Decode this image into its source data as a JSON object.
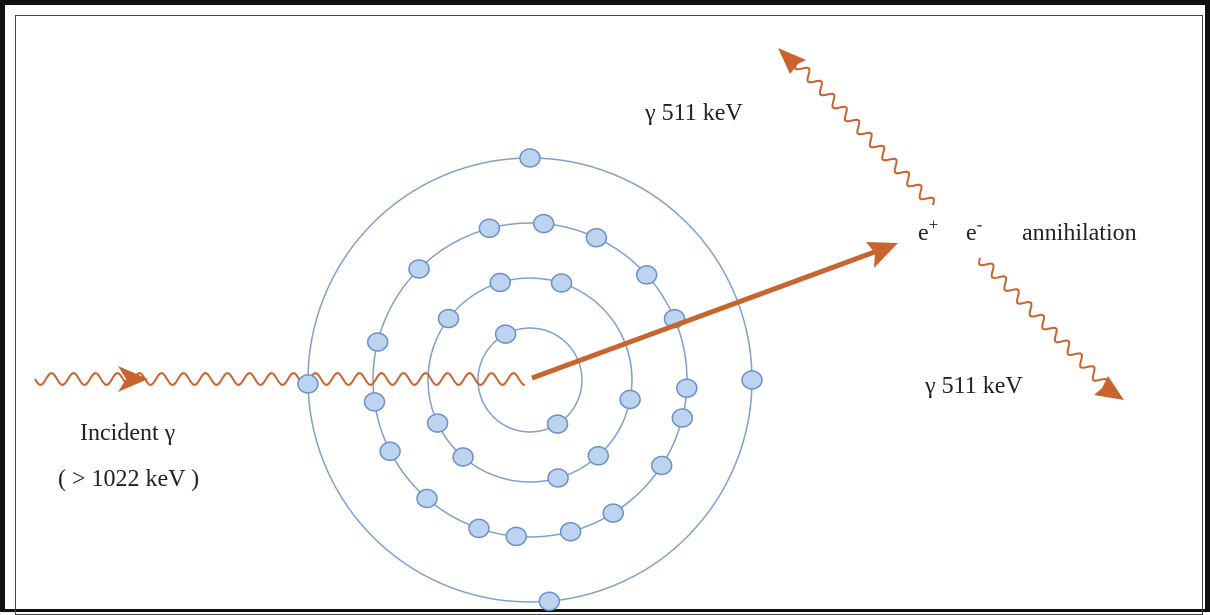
{
  "labels": {
    "incident_line1": "Incident γ",
    "incident_line2": "( > 1022 keV )",
    "gamma_top": "γ 511 keV",
    "gamma_bottom": "γ 511 keV",
    "e_plus_base": "e",
    "e_plus_sup": "+",
    "e_minus_base": "e",
    "e_minus_sup": "-",
    "annihilation": "annihilation"
  },
  "colors": {
    "photon": "#c8642e",
    "orbit": "#7f9fce",
    "electron_fill": "#bcd4ef",
    "electron_stroke": "#6b8fc7",
    "frame": "#111111"
  }
}
